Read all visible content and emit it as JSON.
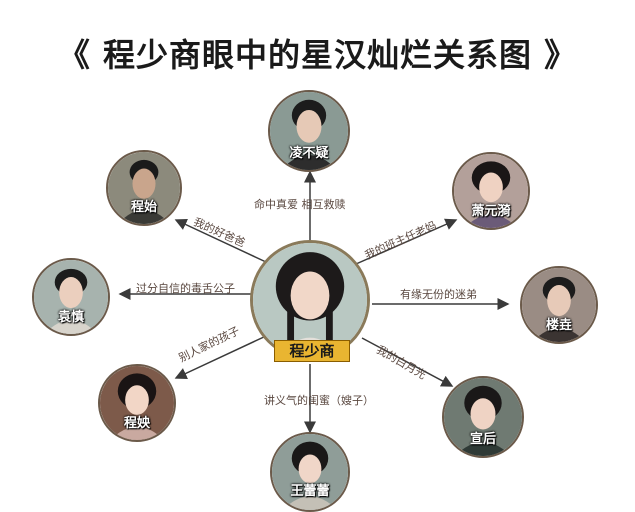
{
  "title": "《 程少商眼中的星汉灿烂关系图 》",
  "center": {
    "name": "程少商"
  },
  "nodes": [
    {
      "id": "top",
      "name": "凌不疑"
    },
    {
      "id": "upper-left",
      "name": "程始"
    },
    {
      "id": "upper-right",
      "name": "萧元漪"
    },
    {
      "id": "left",
      "name": "袁慎"
    },
    {
      "id": "right",
      "name": "楼垚"
    },
    {
      "id": "lower-left",
      "name": "程姎"
    },
    {
      "id": "lower-right",
      "name": "宣后"
    },
    {
      "id": "bottom",
      "name": "王蕾蕾"
    }
  ],
  "relations": [
    {
      "to": "top",
      "label": "命中真爱  相互救赎"
    },
    {
      "to": "upper-left",
      "label": "我的好爸爸"
    },
    {
      "to": "upper-right",
      "label": "我的班主任老妈"
    },
    {
      "to": "left",
      "label": "过分自信的毒舌公子"
    },
    {
      "to": "right",
      "label": "有缘无份的迷弟"
    },
    {
      "to": "lower-left",
      "label": "别人家的孩子"
    },
    {
      "to": "lower-right",
      "label": "我的白月光"
    },
    {
      "to": "bottom",
      "label": "讲义气的闺蜜（嫂子）"
    }
  ],
  "colors": {
    "arrow": "#3a3a3a",
    "name_badge": "#e9b531"
  }
}
